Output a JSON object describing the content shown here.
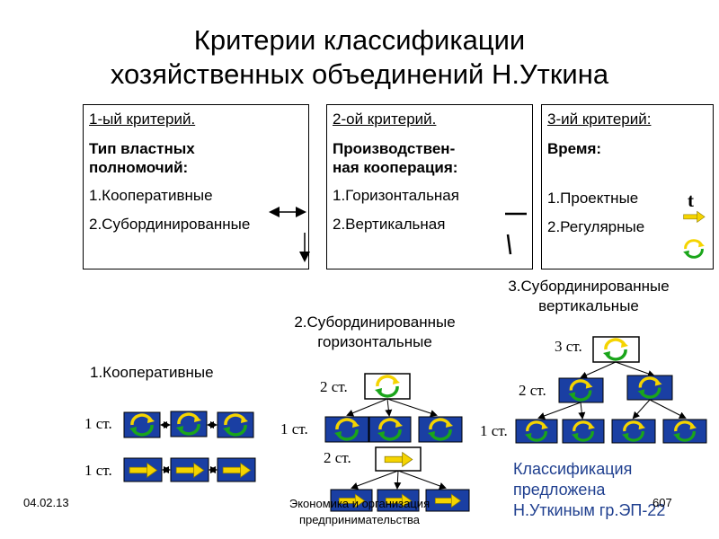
{
  "title": {
    "line1": "Критерии классификации",
    "line2": "хозяйственных объединений Н.Уткина"
  },
  "criteria": [
    {
      "heading": "1-ый критерий.",
      "name": "Тип властных полномочий:",
      "items": [
        "1.Кооперативные",
        "2.Субординированные"
      ]
    },
    {
      "heading": "2-ой критерий.",
      "name": "Производствен-ная кооперация:",
      "name_line1": "Производствен-",
      "name_line2": "ная кооперация:",
      "items": [
        "1.Горизонтальная",
        "2.Вертикальная"
      ]
    },
    {
      "heading": "3-ий критерий:",
      "name": "Время:",
      "time_symbol": "t",
      "items": [
        "1.Проектные",
        "2.Регулярные"
      ]
    }
  ],
  "groups": {
    "cooperative": {
      "label": "1.Кооперативные",
      "row1_stage": "1 ст.",
      "row2_stage": "1 ст."
    },
    "sub_horizontal": {
      "label_line1": "2.Субординированные",
      "label_line2": "горизонтальные",
      "stage2": "2 ст.",
      "stage1": "1 ст.",
      "stage2b": "2 ст."
    },
    "sub_vertical": {
      "label_line1": "3.Субординированные",
      "label_line2": "вертикальные",
      "stage3": "3 ст.",
      "stage2": "2 ст.",
      "stage1": "1 ст."
    }
  },
  "footer": {
    "date": "04.02.13",
    "center_line1": "Экономика и организация",
    "center_line2": "предпринимательства",
    "page": "607"
  },
  "note": {
    "line1": "Классификация",
    "line2": "предложена",
    "line3": "Н.Уткиным гр.ЭП-22"
  },
  "colors": {
    "box_blue": "#1a3fa3",
    "arrow_yellow": "#f5d400",
    "cycle_green": "#1aa51a",
    "note_text": "#1f3f8f"
  },
  "icons": [
    "double-arrow-icon",
    "down-arrow-icon",
    "horizontal-line-icon",
    "vertical-line-icon",
    "right-arrow-icon",
    "cycle-icon"
  ]
}
